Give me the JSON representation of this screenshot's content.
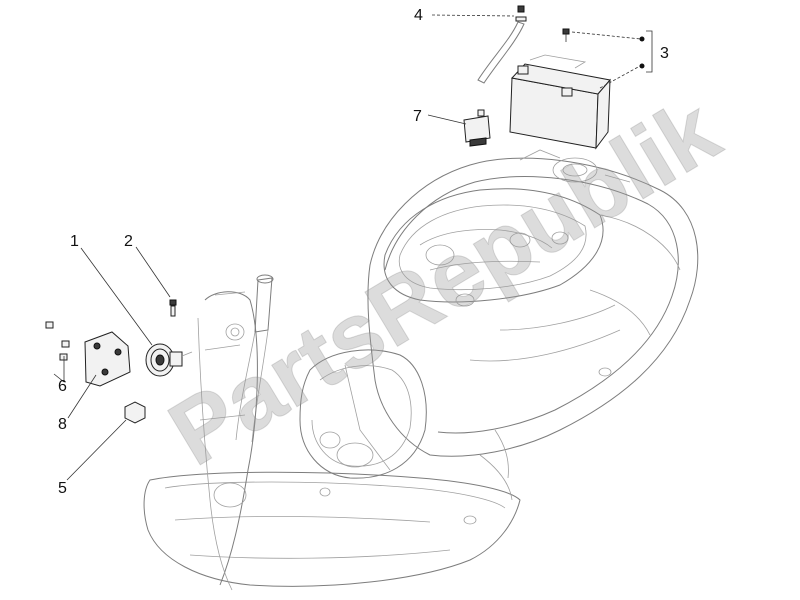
{
  "watermark": {
    "text": "PartsRepublik",
    "color": "#9a9a9a"
  },
  "callouts": [
    {
      "id": "1",
      "label": "1"
    },
    {
      "id": "2",
      "label": "2"
    },
    {
      "id": "3",
      "label": "3"
    },
    {
      "id": "4",
      "label": "4"
    },
    {
      "id": "5",
      "label": "5"
    },
    {
      "id": "6",
      "label": "6"
    },
    {
      "id": "7",
      "label": "7"
    },
    {
      "id": "8",
      "label": "8"
    }
  ],
  "colors": {
    "line_art": "#7d7d7d",
    "part_outline": "#222222",
    "background": "#ffffff"
  }
}
